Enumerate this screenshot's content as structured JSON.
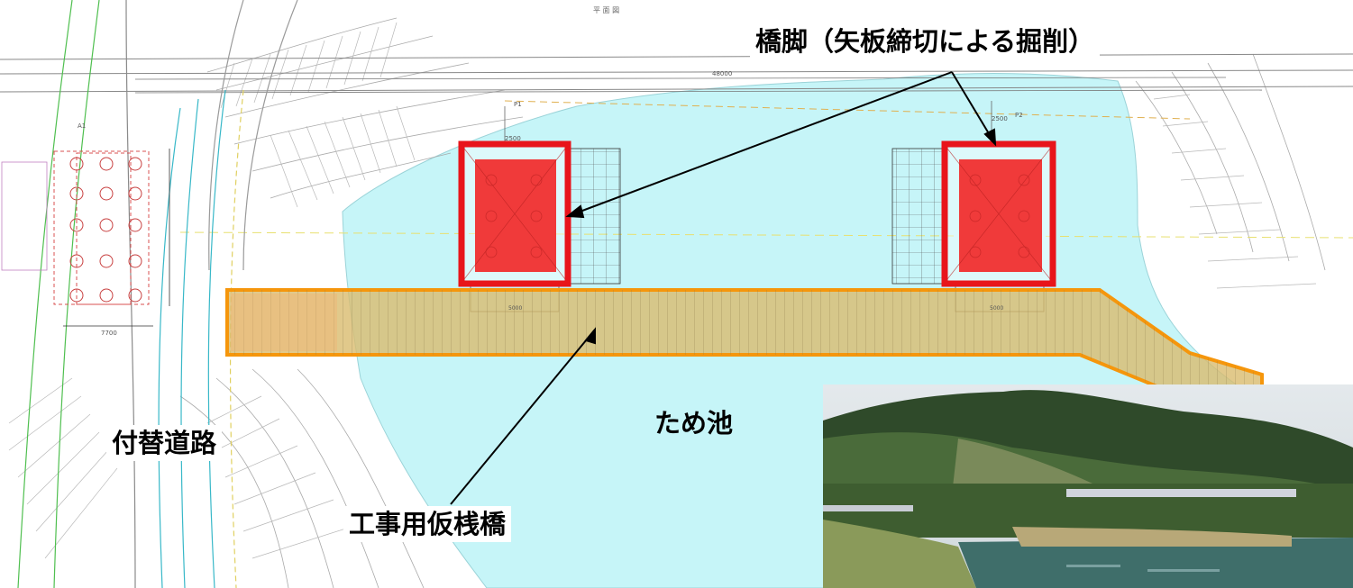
{
  "labels": {
    "pier": "橋脚（矢板締切による掘削）",
    "pond": "ため池",
    "road": "付替道路",
    "trestle": "工事用仮桟橋"
  },
  "drawing_text": {
    "span_total": "48000",
    "pier_width": "2500",
    "pier_left_id": "P1",
    "pier_right_id": "P2",
    "abutment_id": "A1",
    "trestle_dim": "5000",
    "road_dim": "7700",
    "title_small": "平 面 図"
  },
  "colors": {
    "pond": "#c6f5f8",
    "pier_fill": "#f03a3a",
    "pier_outline": "#e8151b",
    "trestle_fill": "#d9bc6e",
    "trestle_outline": "#f5960c",
    "drawing_line": "#9a9a9a",
    "survey_green": "#4fbf4f",
    "survey_cyan": "#38b8c8",
    "survey_magenta": "#d040c8",
    "abutment_red": "#d85050"
  },
  "photo": {
    "description": "photo-of-pond-and-bridge"
  }
}
